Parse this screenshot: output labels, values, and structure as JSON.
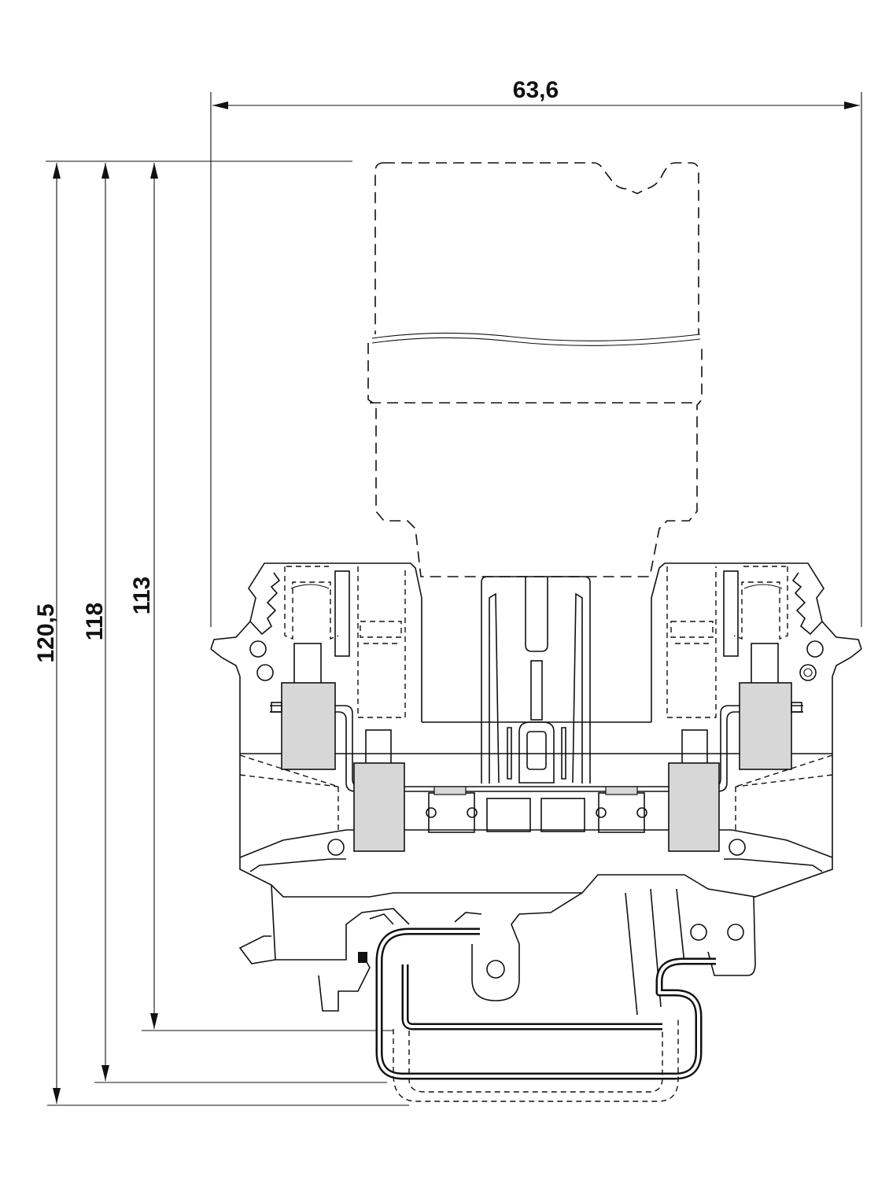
{
  "dimensions": {
    "width_label": "63,6",
    "height_overall_label": "120,5",
    "height_rail_label": "118",
    "height_body_label": "113"
  }
}
